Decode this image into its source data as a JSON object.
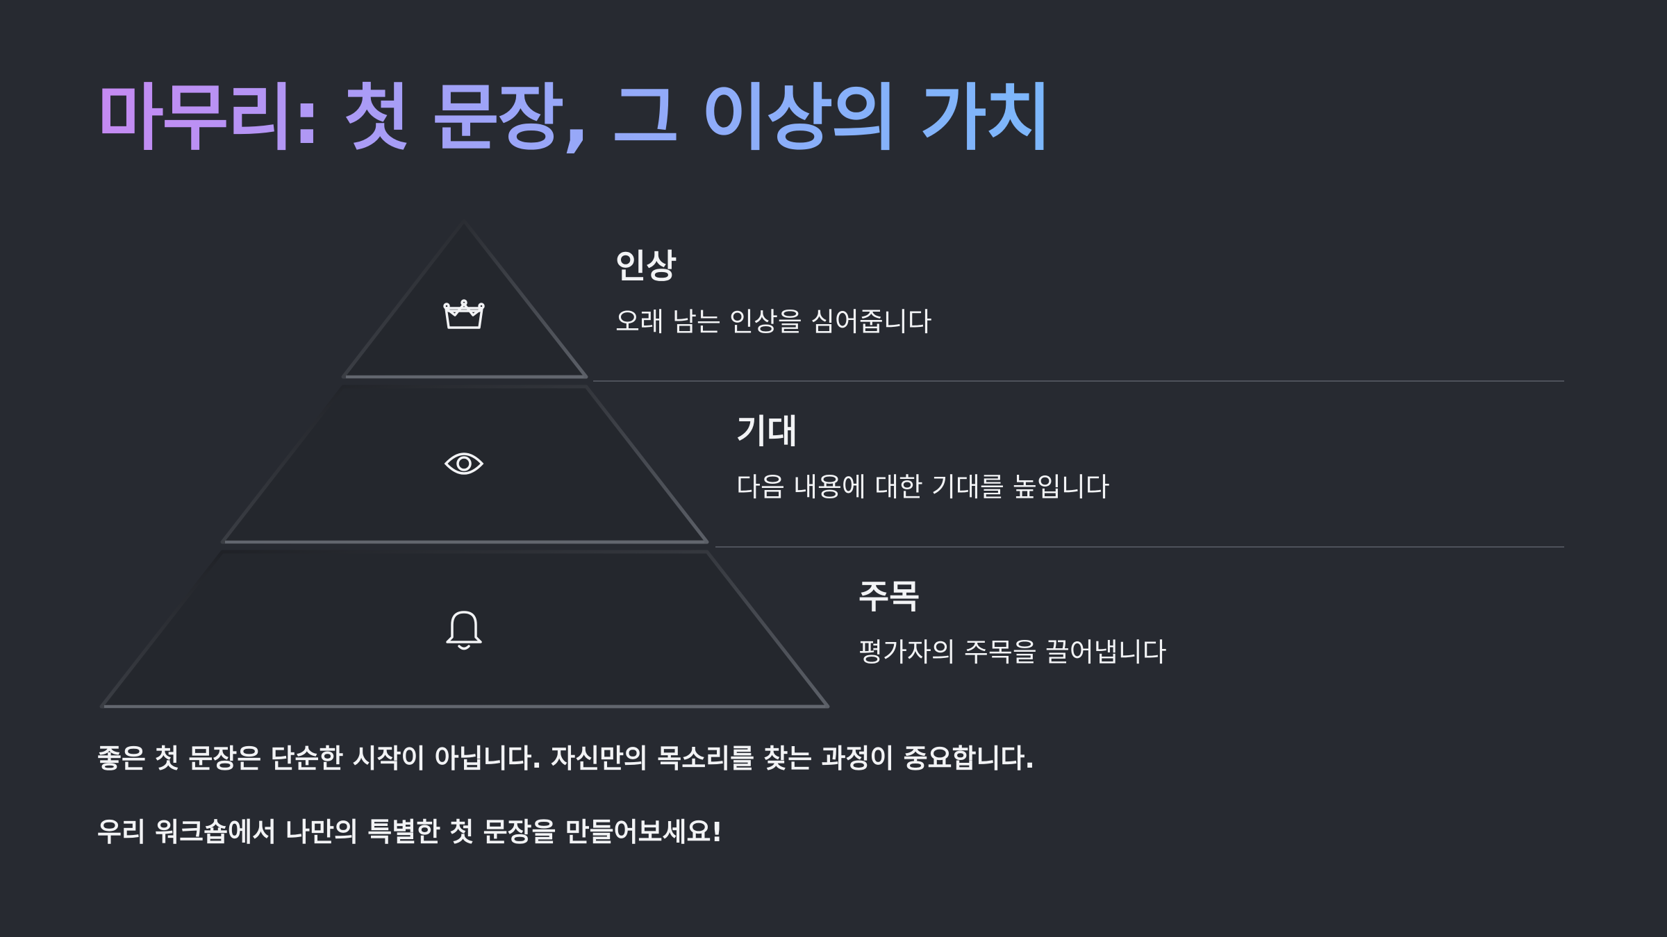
{
  "title": "마무리: 첫 문장, 그 이상의 가치",
  "tiers": [
    {
      "heading": "인상",
      "description": "오래 남는 인상을 심어줍니다",
      "icon": "crown-icon"
    },
    {
      "heading": "기대",
      "description": "다음 내용에 대한 기대를 높입니다",
      "icon": "eye-icon"
    },
    {
      "heading": "주목",
      "description": "평가자의 주목을 끌어냅니다",
      "icon": "bell-icon"
    }
  ],
  "paragraphs": [
    "좋은 첫 문장은 단순한 시작이 아닙니다. 자신만의 목소리를 찾는 과정이 중요합니다.",
    "우리 워크숍에서 나만의 특별한 첫 문장을 만들어보세요!"
  ],
  "colors": {
    "background": "#272a31",
    "title_gradient_start": "#c58af2",
    "title_gradient_end": "#7cb7fb",
    "text": "#f2f3f5",
    "divider": "#4e525b"
  }
}
